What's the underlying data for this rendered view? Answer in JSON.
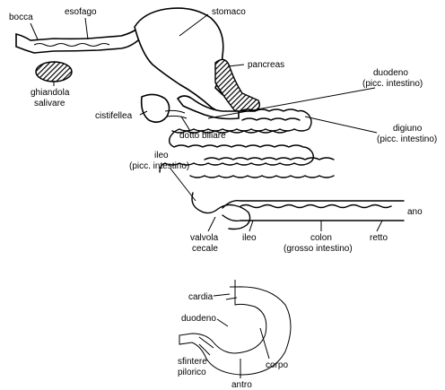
{
  "digestive": {
    "bocca": "bocca",
    "esofago": "esofago",
    "stomaco": "stomaco",
    "pancreas": "pancreas",
    "ghiandola_1": "ghiandola",
    "ghiandola_2": "salivare",
    "duodeno_1": "duodeno",
    "duodeno_2": "(picc. intestino)",
    "cistifellea": "cistifellea",
    "dotto": "dotto biliare",
    "digiuno_1": "digiuno",
    "digiuno_2": "(picc. intestino)",
    "ileo_top_1": "ileo",
    "ileo_top_2": "(picc. intestino)",
    "ano": "ano",
    "valvola_1": "valvola",
    "valvola_2": "cecale",
    "ileo_bottom": "ileo",
    "colon_1": "colon",
    "colon_2": "(grosso intestino)",
    "retto": "retto"
  },
  "stomach_detail": {
    "cardia": "cardia",
    "duodeno": "duodeno",
    "sfintere_1": "sfintere",
    "sfintere_2": "pilorico",
    "corpo": "corpo",
    "antro": "antro"
  }
}
